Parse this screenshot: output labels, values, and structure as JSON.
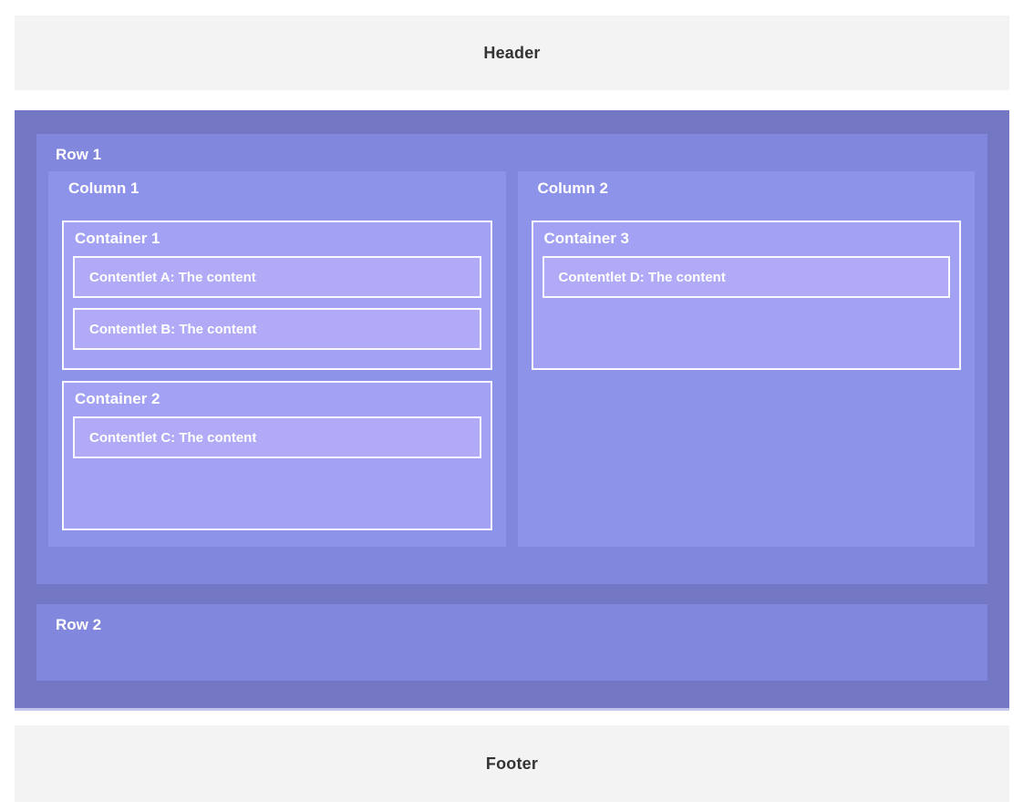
{
  "header": {
    "label": "Header"
  },
  "footer": {
    "label": "Footer"
  },
  "layout": {
    "rows": [
      {
        "label": "Row 1",
        "columns": [
          {
            "label": "Column 1",
            "containers": [
              {
                "label": "Container 1",
                "contentlets": [
                  "Contentlet A: The content",
                  "Contentlet B: The content"
                ]
              },
              {
                "label": "Container 2",
                "contentlets": [
                  "Contentlet C: The content"
                ]
              }
            ]
          },
          {
            "label": "Column 2",
            "containers": [
              {
                "label": "Container 3",
                "contentlets": [
                  "Contentlet D: The content"
                ]
              }
            ]
          }
        ]
      },
      {
        "label": "Row 2",
        "columns": []
      }
    ]
  },
  "colors": {
    "page_background": "#ffffff",
    "header_footer_background": "#f4f3f3",
    "header_footer_text": "#333333",
    "body_background": "#7477c3",
    "body_bottom_edge": "#c4c5ee",
    "row_background": "#8187dc",
    "column_background": "#8e93ea",
    "container_background": "#a2a1f3",
    "contentlet_background": "#b0aaf7",
    "box_border": "#ffffff",
    "label_text": "#ffffff"
  }
}
